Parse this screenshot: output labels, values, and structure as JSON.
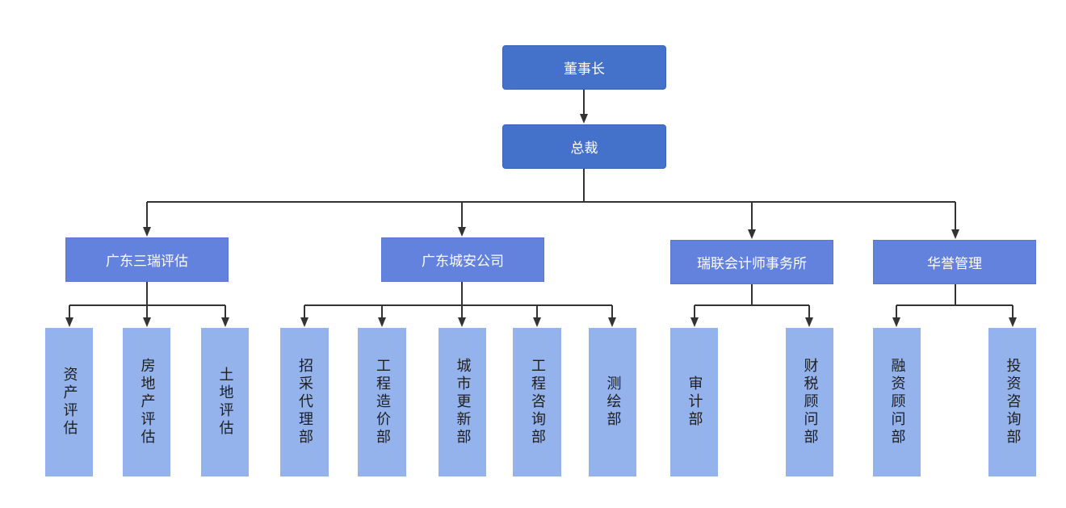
{
  "chairman": "董事长",
  "president": "总裁",
  "divisions": [
    {
      "name": "广东三瑞评估",
      "departments": [
        "资产评估",
        "房地产评估",
        "土地评估"
      ]
    },
    {
      "name": "广东城安公司",
      "departments": [
        "招采代理部",
        "工程造价部",
        "城市更新部",
        "工程咨询部",
        "测绘部"
      ]
    },
    {
      "name": "瑞联会计师事务所",
      "departments": [
        "审计部",
        "财税顾问部"
      ]
    },
    {
      "name": "华誉管理",
      "departments": [
        "融资顾问部",
        "投资咨询部"
      ]
    }
  ],
  "colors": {
    "top_box": "#4472CA",
    "division_box": "#6382DE",
    "department_box": "#94B2EC",
    "connector": "#333333"
  }
}
